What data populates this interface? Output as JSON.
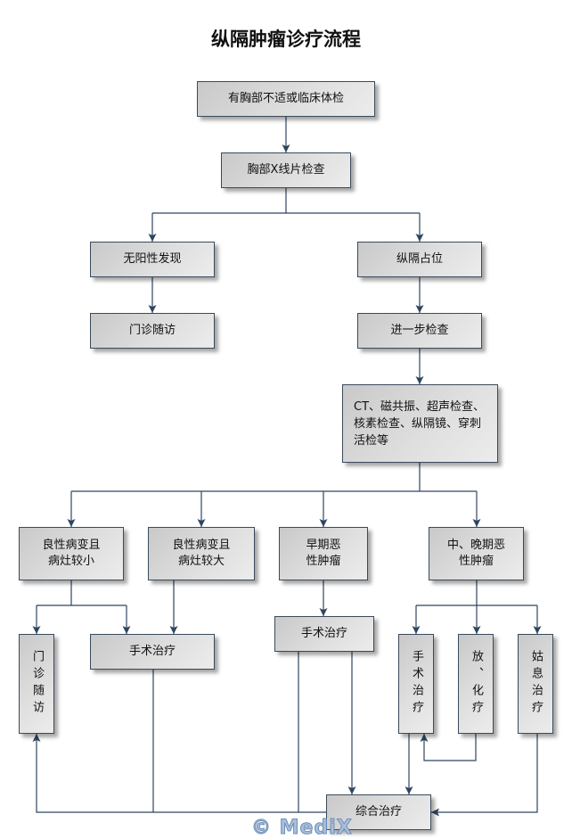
{
  "title": "纵隔肿瘤诊疗流程",
  "nodes": {
    "symptom": "有胸部不适或临床体检",
    "xray": "胸部X线片检查",
    "no_finding": "无阳性发现",
    "mediastinal_mass": "纵隔占位",
    "followup_1": "门诊随访",
    "further_exam": "进一步检查",
    "exams": "CT、磁共振、超声检查、核素检查、纵隔镜、穿刺活检等",
    "benign_small": "良性病变且病灶较小",
    "benign_large": "良性病变且病灶较大",
    "early_malignant": "早期恶性肿瘤",
    "advanced_malignant": "中、晚期恶性肿瘤",
    "followup_2": "门诊随访",
    "surgery_benign": "手术治疗",
    "surgery_early": "手术治疗",
    "surgery_advanced": "手术治疗",
    "radio_chemo": "放、化疗",
    "palliative": "姑息治疗",
    "combined": "综合治疗"
  },
  "watermark": "© MediX",
  "colors": {
    "line": "#2e4560",
    "box_border": "#3a4a5c",
    "box_fill": "#d8d8d8"
  }
}
